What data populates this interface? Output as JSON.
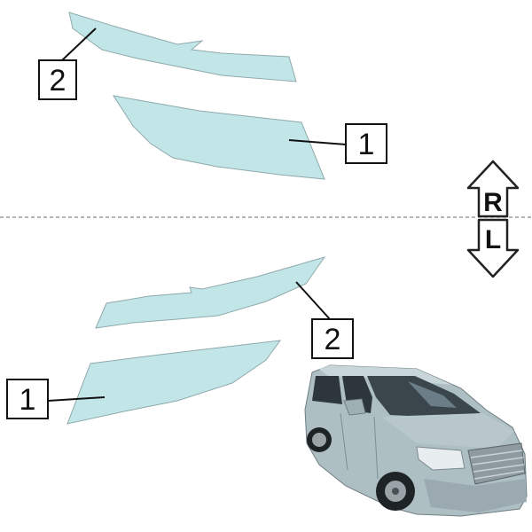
{
  "diagram": {
    "right_side": {
      "label": "R",
      "callouts": [
        "2",
        "1"
      ]
    },
    "left_side": {
      "label": "L",
      "callouts": [
        "2",
        "1"
      ]
    },
    "vehicle_icon": "minivan-photo-icon",
    "colors": {
      "film": "#c2e6e8",
      "film_outline": "#8fa9ab",
      "ink": "#111111",
      "divider": "#666666"
    }
  }
}
